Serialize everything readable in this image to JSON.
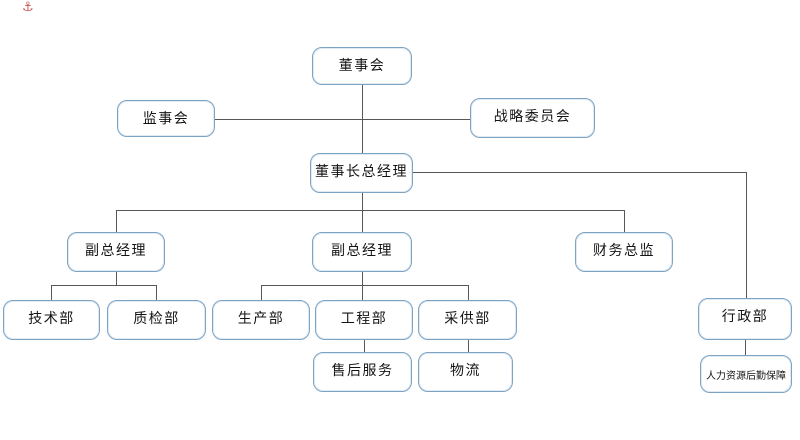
{
  "diagram": {
    "type": "org-chart",
    "colors": {
      "box_border": "#7da3c3",
      "connector_line": "#575757",
      "text": "#141414",
      "background": "#ffffff",
      "anchor_mark": "#c23b3b"
    },
    "anchor_icon": {
      "glyph": "⚓"
    },
    "nodes": {
      "board": {
        "label": "董事会"
      },
      "supervisory": {
        "label": "监事会"
      },
      "strategy": {
        "label": "战略委员会"
      },
      "chairman_gm": {
        "label": "董事长总经理"
      },
      "deputy_gm_left": {
        "label": "副总经理"
      },
      "deputy_gm_center": {
        "label": "副总经理"
      },
      "finance_director": {
        "label": "财务总监"
      },
      "tech_dept": {
        "label": "技术部"
      },
      "qc_dept": {
        "label": "质检部"
      },
      "production_dept": {
        "label": "生产部"
      },
      "engineering_dept": {
        "label": "工程部"
      },
      "procurement_dept": {
        "label": "采供部"
      },
      "admin_dept": {
        "label": "行政部"
      },
      "after_sales": {
        "label": "售后服务"
      },
      "logistics": {
        "label": "物流"
      },
      "hr_support": {
        "label": "人力资源后勤保障"
      }
    },
    "edges": [
      {
        "from": "board",
        "to": "chairman_gm"
      },
      {
        "from": "supervisory",
        "to": "strategy",
        "type": "lateral"
      },
      {
        "from": "chairman_gm",
        "to": "deputy_gm_left"
      },
      {
        "from": "chairman_gm",
        "to": "deputy_gm_center"
      },
      {
        "from": "chairman_gm",
        "to": "finance_director"
      },
      {
        "from": "chairman_gm",
        "to": "admin_dept"
      },
      {
        "from": "deputy_gm_left",
        "to": "tech_dept"
      },
      {
        "from": "deputy_gm_left",
        "to": "qc_dept"
      },
      {
        "from": "deputy_gm_center",
        "to": "production_dept"
      },
      {
        "from": "deputy_gm_center",
        "to": "engineering_dept"
      },
      {
        "from": "deputy_gm_center",
        "to": "procurement_dept"
      },
      {
        "from": "engineering_dept",
        "to": "after_sales"
      },
      {
        "from": "procurement_dept",
        "to": "logistics"
      },
      {
        "from": "admin_dept",
        "to": "hr_support"
      }
    ]
  }
}
